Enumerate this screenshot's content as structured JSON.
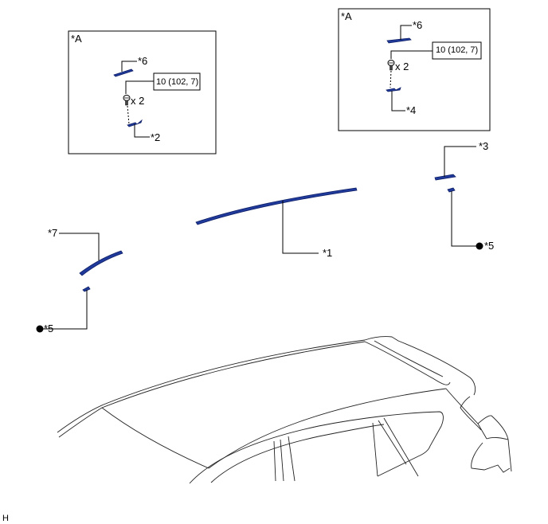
{
  "labels": {
    "p1": "*1",
    "p2": "*2",
    "p3": "*3",
    "p4": "*4",
    "p5a": "*5",
    "p5b": "*5",
    "p6a": "*6",
    "p6b": "*6",
    "p7": "*7",
    "viewA_left": "*A",
    "viewA_right": "*A"
  },
  "torque": {
    "left": "10 (102, 7)",
    "right": "10 (102, 7)"
  },
  "quantity": {
    "left": "x 2",
    "right": "x 2"
  },
  "corner_code": "H",
  "colors": {
    "part": "#1f3a9a",
    "line": "#000000"
  }
}
